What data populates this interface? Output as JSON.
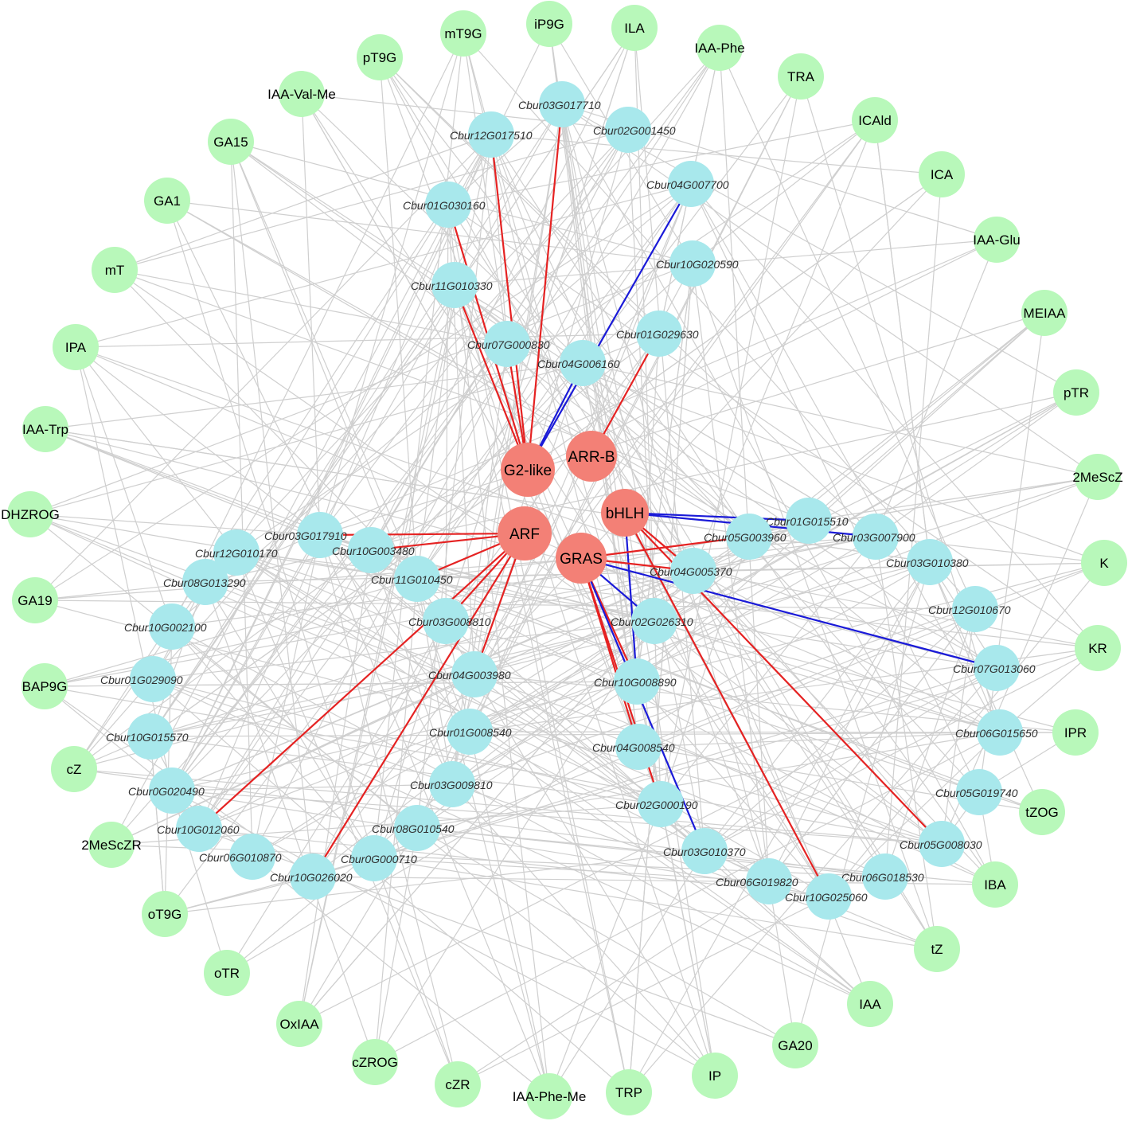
{
  "colors": {
    "metabolite_node": "#b8f8ba",
    "gene_node": "#a8e8ec",
    "tf_node": "#f38076",
    "edge_default": "#cfcfcf",
    "edge_positive": "#e52222",
    "edge_negative": "#1a1ad8"
  },
  "metabolites": [
    "pT9G",
    "mT9G",
    "iP9G",
    "ILA",
    "IAA-Phe",
    "TRA",
    "ICAld",
    "ICA",
    "IAA-Glu",
    "MEIAA",
    "pTR",
    "2MeScZ",
    "K",
    "KR",
    "IPR",
    "tZOG",
    "IBA",
    "tZ",
    "IAA",
    "GA20",
    "IP",
    "TRP",
    "IAA-Phe-Me",
    "cZR",
    "cZROG",
    "OxIAA",
    "oTR",
    "oT9G",
    "2MeScZR",
    "cZ",
    "BAP9G",
    "GA19",
    "DHZROG",
    "IAA-Trp",
    "IPA",
    "mT",
    "GA1",
    "GA15",
    "IAA-Val-Me"
  ],
  "genes": [
    "Cbur03G017710",
    "Cbur12G017510",
    "Cbur02G001450",
    "Cbur04G007700",
    "Cbur01G030160",
    "Cbur10G020590",
    "Cbur11G010330",
    "Cbur01G029630",
    "Cbur07G000830",
    "Cbur04G006160",
    "Cbur03G017910",
    "Cbur12G010170",
    "Cbur10G003480",
    "Cbur08G013290",
    "Cbur11G010450",
    "Cbur10G002100",
    "Cbur03G008810",
    "Cbur01G029090",
    "Cbur04G003980",
    "Cbur10G015570",
    "Cbur01G008540",
    "Cbur0G020490",
    "Cbur03G009810",
    "Cbur10G012060",
    "Cbur08G010540",
    "Cbur06G010870",
    "Cbur0G000710",
    "Cbur10G026020",
    "Cbur01G015510",
    "Cbur05G003960",
    "Cbur03G007900",
    "Cbur04G005370",
    "Cbur03G010380",
    "Cbur02G026310",
    "Cbur12G010670",
    "Cbur07G013060",
    "Cbur10G008890",
    "Cbur06G015650",
    "Cbur04G008540",
    "Cbur05G019740",
    "Cbur02G000190",
    "Cbur05G008030",
    "Cbur03G010370",
    "Cbur06G018530",
    "Cbur06G019820",
    "Cbur10G025060"
  ],
  "transcription_factors": [
    "G2-like",
    "ARR-B",
    "bHLH",
    "ARF",
    "GRAS"
  ],
  "tf_edges": [
    {
      "tf": "G2-like",
      "target": "Cbur12G017510",
      "sign": "positive"
    },
    {
      "tf": "G2-like",
      "target": "Cbur03G017710",
      "sign": "positive"
    },
    {
      "tf": "G2-like",
      "target": "Cbur01G030160",
      "sign": "positive"
    },
    {
      "tf": "G2-like",
      "target": "Cbur11G010330",
      "sign": "positive"
    },
    {
      "tf": "G2-like",
      "target": "Cbur07G000830",
      "sign": "positive"
    },
    {
      "tf": "G2-like",
      "target": "Cbur04G007700",
      "sign": "negative"
    },
    {
      "tf": "G2-like",
      "target": "Cbur04G006160",
      "sign": "negative"
    },
    {
      "tf": "ARR-B",
      "target": "Cbur01G029630",
      "sign": "positive"
    },
    {
      "tf": "ARF",
      "target": "Cbur03G017910",
      "sign": "positive"
    },
    {
      "tf": "ARF",
      "target": "Cbur10G003480",
      "sign": "positive"
    },
    {
      "tf": "ARF",
      "target": "Cbur11G010450",
      "sign": "positive"
    },
    {
      "tf": "ARF",
      "target": "Cbur03G008810",
      "sign": "positive"
    },
    {
      "tf": "ARF",
      "target": "Cbur04G003980",
      "sign": "positive"
    },
    {
      "tf": "ARF",
      "target": "Cbur10G012060",
      "sign": "positive"
    },
    {
      "tf": "ARF",
      "target": "Cbur10G026020",
      "sign": "positive"
    },
    {
      "tf": "bHLH",
      "target": "Cbur01G015510",
      "sign": "negative"
    },
    {
      "tf": "bHLH",
      "target": "Cbur03G007900",
      "sign": "negative"
    },
    {
      "tf": "bHLH",
      "target": "Cbur10G008890",
      "sign": "negative"
    },
    {
      "tf": "bHLH",
      "target": "Cbur04G005370",
      "sign": "positive"
    },
    {
      "tf": "bHLH",
      "target": "Cbur05G008030",
      "sign": "positive"
    },
    {
      "tf": "bHLH",
      "target": "Cbur10G025060",
      "sign": "positive"
    },
    {
      "tf": "GRAS",
      "target": "Cbur05G003960",
      "sign": "positive"
    },
    {
      "tf": "GRAS",
      "target": "Cbur04G005370",
      "sign": "positive"
    },
    {
      "tf": "GRAS",
      "target": "Cbur07G013060",
      "sign": "negative"
    },
    {
      "tf": "GRAS",
      "target": "Cbur02G026310",
      "sign": "negative"
    },
    {
      "tf": "GRAS",
      "target": "Cbur10G008890",
      "sign": "positive"
    },
    {
      "tf": "GRAS",
      "target": "Cbur04G008540",
      "sign": "positive"
    },
    {
      "tf": "GRAS",
      "target": "Cbur02G000190",
      "sign": "positive"
    },
    {
      "tf": "GRAS",
      "target": "Cbur03G010370",
      "sign": "negative"
    }
  ]
}
